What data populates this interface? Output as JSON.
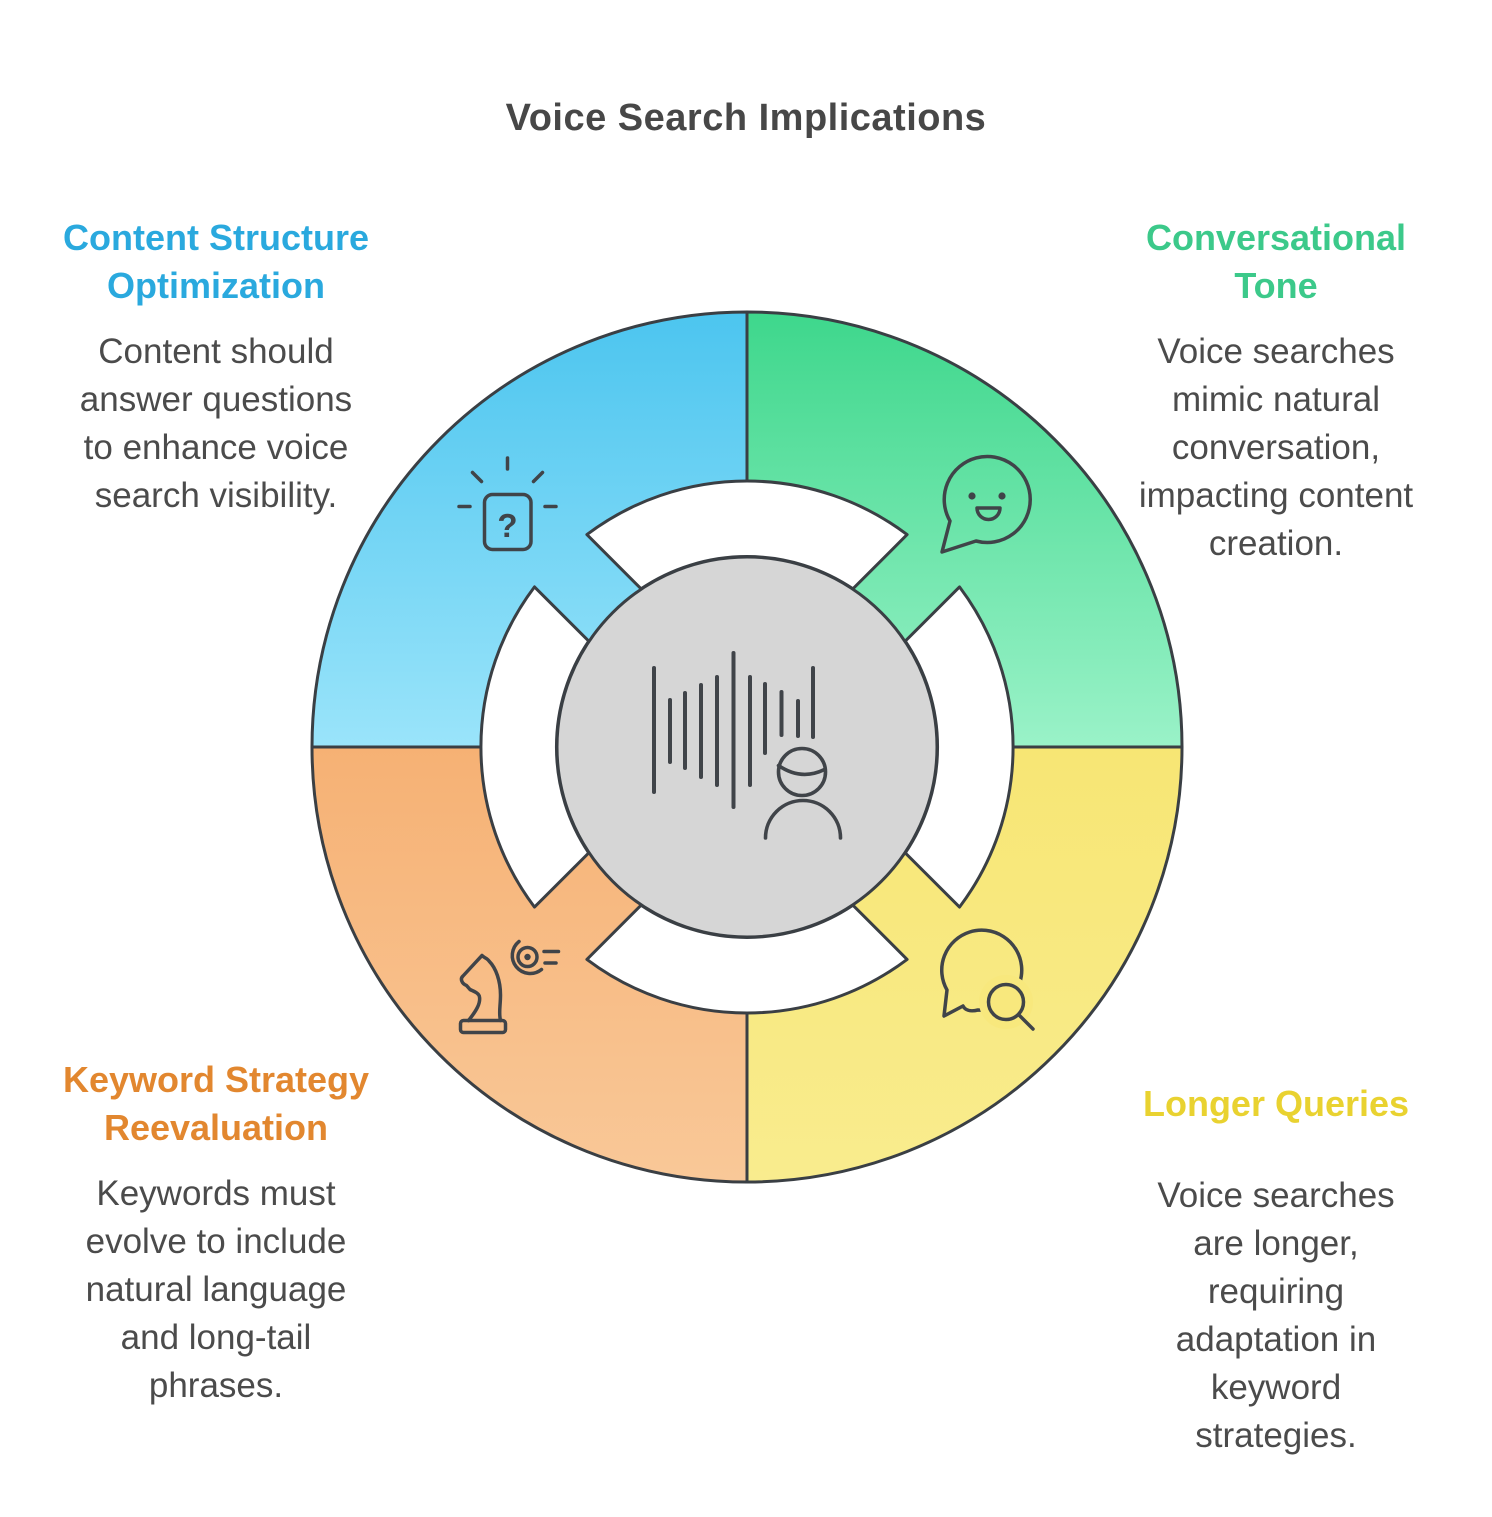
{
  "title": "Voice Search Implications",
  "colors": {
    "blue_accent": "#2aa9de",
    "green_accent": "#3cc98a",
    "orange_accent": "#e2872f",
    "yellow_accent": "#e9d230",
    "body_text": "#4b4b4b",
    "title_text": "#474747",
    "outline": "#3a3f44",
    "center_fill": "#d6d6d6",
    "blue_fill_top": "#4cc5ef",
    "blue_fill_bottom": "#9ae4fa",
    "green_fill_top": "#3ed78c",
    "green_fill_bottom": "#9af2c8",
    "yellow_fill_top": "#f7e674",
    "yellow_fill_bottom": "#f9ec8e",
    "orange_fill_top": "#f6b174",
    "orange_fill_bottom": "#f9c898"
  },
  "segments": [
    {
      "id": "content-structure-optimization",
      "heading": "Content Structure\nOptimization",
      "body": "Content should\nanswer questions\nto enhance voice\nsearch visibility.",
      "accent": "#2aa9de",
      "icon": "idea-question-icon"
    },
    {
      "id": "conversational-tone",
      "heading": "Conversational\nTone",
      "body": "Voice searches\nmimic natural\nconversation,\nimpacting content\ncreation.",
      "accent": "#3cc98a",
      "icon": "smiley-speech-bubble-icon"
    },
    {
      "id": "keyword-strategy-reevaluation",
      "heading": "Keyword Strategy\nReevaluation",
      "body": "Keywords must\nevolve to include\nnatural language\nand long-tail\nphrases.",
      "accent": "#e2872f",
      "icon": "chess-knight-strategy-icon"
    },
    {
      "id": "longer-queries",
      "heading": "Longer Queries",
      "body": "Voice searches\nare longer,\nrequiring\nadaptation in\nkeyword\nstrategies.",
      "accent": "#e9d230",
      "icon": "speech-bubble-search-icon"
    }
  ],
  "center": {
    "icon": "voice-waveform-person-icon"
  },
  "icons": {
    "question_glyph": "?"
  }
}
